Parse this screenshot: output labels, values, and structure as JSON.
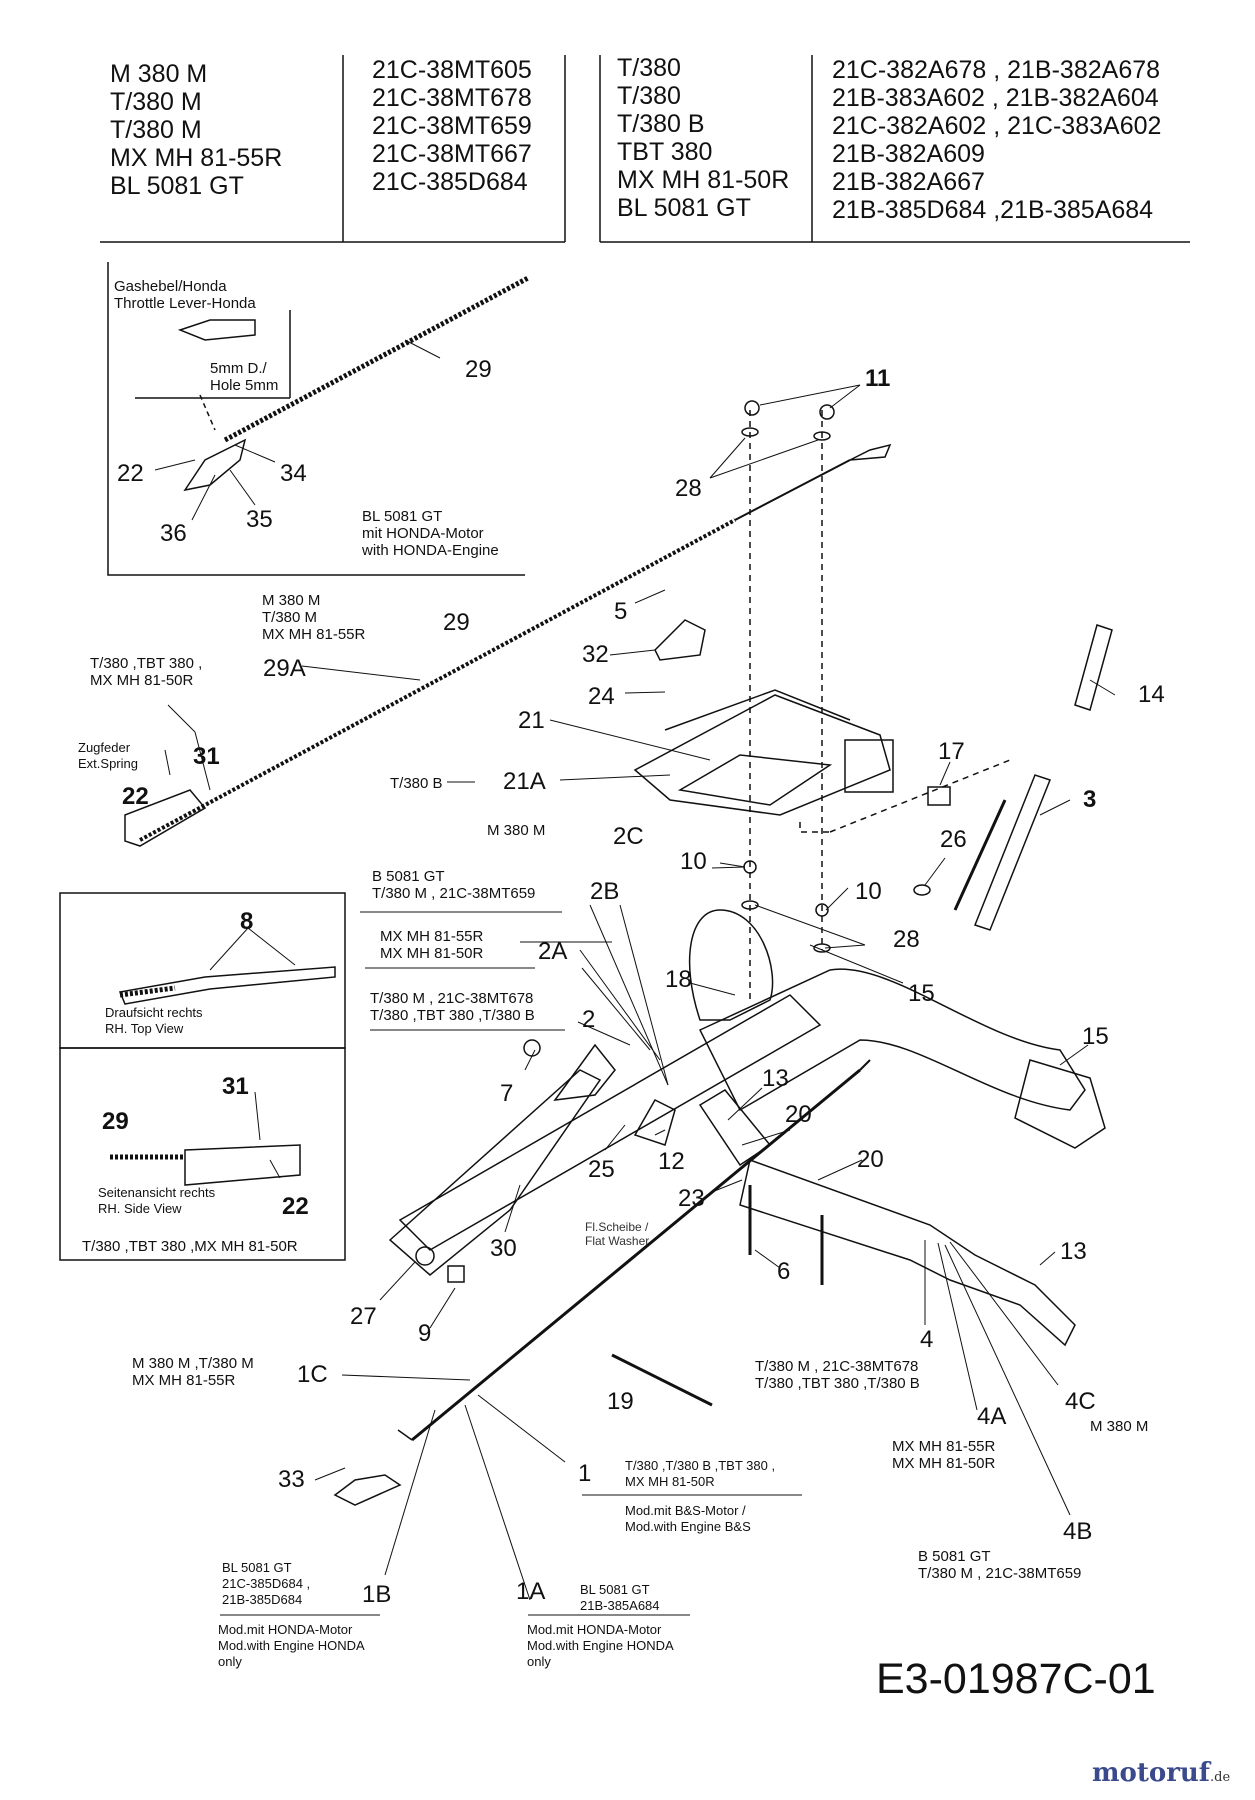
{
  "header": {
    "left": {
      "models": [
        "M 380 M",
        "T/380 M",
        "T/380 M",
        "MX MH 81-55R",
        "BL 5081 GT"
      ],
      "codes": [
        "21C-38MT605",
        "21C-38MT678",
        "21C-38MT659",
        "21C-38MT667",
        "21C-385D684"
      ]
    },
    "right": {
      "models": [
        "T/380",
        "T/380",
        "T/380 B",
        "TBT 380",
        "MX MH 81-50R",
        "BL 5081 GT"
      ],
      "codes": [
        "21C-382A678   , 21B-382A678",
        "21B-383A602 , 21B-382A604",
        "21C-382A602 , 21C-383A602",
        "21B-382A609",
        "21B-382A667",
        "21B-385D684 ,21B-385A684"
      ]
    }
  },
  "notes": {
    "throttle": "Gashebel/Honda\nThrottle Lever-Honda",
    "hole": "5mm D./\nHole 5mm",
    "honda_engine": "BL 5081 GT\nmit HONDA-Motor\nwith HONDA-Engine",
    "m380_29": "M 380 M\nT/380 M\nMX MH 81-55R",
    "t380_31": "T/380 ,TBT 380 ,\nMX MH 81-50R",
    "spring": "Zugfeder\nExt.Spring",
    "t380b_21a": "T/380 B",
    "m380_2c": "M 380 M",
    "b5081_2b": "B 5081 GT\nT/380 M , 21C-38MT659",
    "mx_2a": "MX MH 81-55R\nMX MH 81-50R",
    "t380m_2": "T/380 M , 21C-38MT678\nT/380 ,TBT 380 ,T/380 B",
    "top_view": "Draufsicht rechts\nRH. Top View",
    "side_view": "Seitenansicht rechts\nRH. Side View",
    "side_models": "T/380 ,TBT 380 ,MX MH 81-50R",
    "flat_washer": "Fl.Scheibe /\nFlat Washer",
    "m380_1c": "M 380 M ,T/380 M\nMX MH 81-55R",
    "t380m_4": "T/380 M , 21C-38MT678\nT/380 ,TBT 380 ,T/380 B",
    "m380_4c": "M 380 M",
    "mx_4a": "MX MH 81-55R\nMX MH 81-50R",
    "t380_1": "T/380 ,T/380 B ,TBT 380 ,\nMX MH 81-50R",
    "bs_engine": "Mod.mit B&S-Motor /\nMod.with Engine B&S",
    "b5081_4b": "B 5081 GT\nT/380 M , 21C-38MT659",
    "bl_1b": "BL 5081 GT\n21C-385D684 ,\n21B-385D684",
    "honda_1b": "Mod.mit HONDA-Motor\nMod.with Engine HONDA\nonly",
    "bl_1a": "BL 5081 GT\n21B-385A684",
    "honda_1a": "Mod.mit HONDA-Motor\nMod.with Engine HONDA\nonly"
  },
  "labels": {
    "p29a": "29",
    "p22a": "22",
    "p34": "34",
    "p36": "36",
    "p35": "35",
    "p11": "11",
    "p28a": "28",
    "p5": "5",
    "p29b": "29",
    "p29A": "29A",
    "p32": "32",
    "p24": "24",
    "p14": "14",
    "p21": "21",
    "p31": "31",
    "p22b": "22",
    "p21A": "21A",
    "p17": "17",
    "p3": "3",
    "p26": "26",
    "p2C": "2C",
    "p10a": "10",
    "p10b": "10",
    "p2B": "2B",
    "p28b": "28",
    "p8": "8",
    "p2A": "2A",
    "p18": "18",
    "p15a": "15",
    "p2": "2",
    "p15b": "15",
    "p7": "7",
    "p13a": "13",
    "p20a": "20",
    "p31b": "31",
    "p29c": "29",
    "p25": "25",
    "p12": "12",
    "p20b": "20",
    "p23": "23",
    "p22c": "22",
    "p30": "30",
    "p6": "6",
    "p13b": "13",
    "p27": "27",
    "p9": "9",
    "p4": "4",
    "p1C": "1C",
    "p19": "19",
    "p4C": "4C",
    "p4A": "4A",
    "p33": "33",
    "p1": "1",
    "p4B": "4B",
    "p1B": "1B",
    "p1A": "1A"
  },
  "doc_id": "E3-01987C-01",
  "brand": {
    "name": "motoruf",
    "tld": ".de"
  }
}
